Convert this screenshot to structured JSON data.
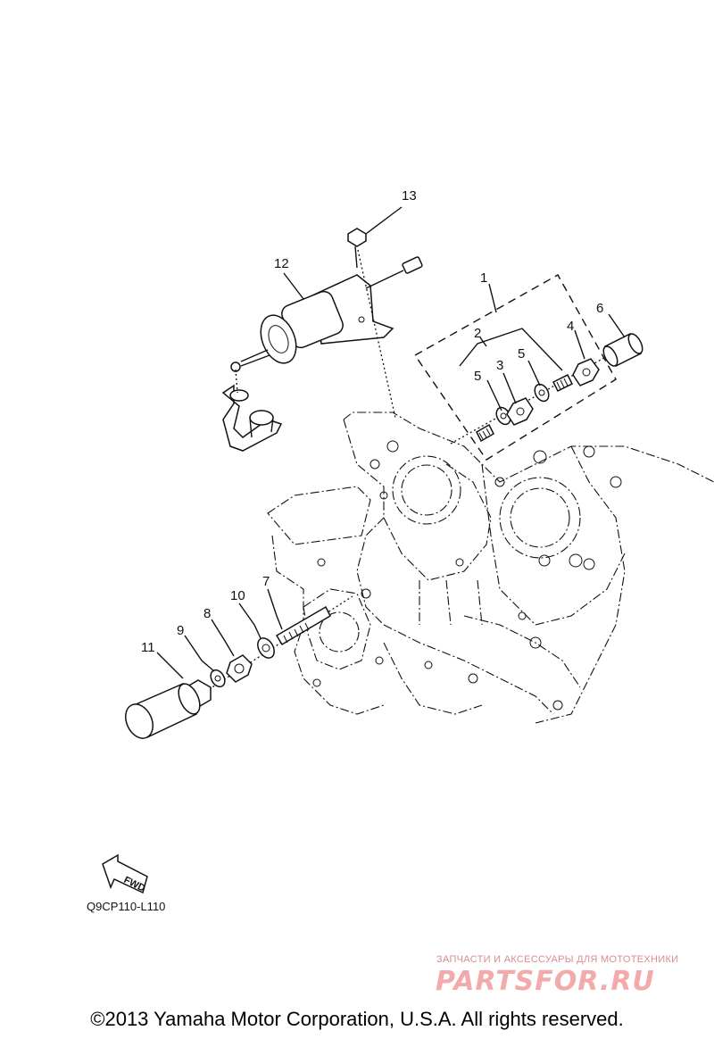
{
  "callouts": [
    {
      "id": "1",
      "text": "1"
    },
    {
      "id": "2",
      "text": "2"
    },
    {
      "id": "3",
      "text": "3"
    },
    {
      "id": "4",
      "text": "4"
    },
    {
      "id": "5a",
      "text": "5"
    },
    {
      "id": "5b",
      "text": "5"
    },
    {
      "id": "6",
      "text": "6"
    },
    {
      "id": "7",
      "text": "7"
    },
    {
      "id": "8",
      "text": "8"
    },
    {
      "id": "9",
      "text": "9"
    },
    {
      "id": "10",
      "text": "10"
    },
    {
      "id": "11",
      "text": "11"
    },
    {
      "id": "12",
      "text": "12"
    },
    {
      "id": "13",
      "text": "13"
    }
  ],
  "fwd_arrow": {
    "label": "FWD"
  },
  "diagram_code": "Q9CP110-L110",
  "watermark": {
    "caption": "ЗАПЧАСТИ И АКСЕССУАРЫ ДЛЯ МОТОТЕХНИКИ",
    "logo": "PARTSFOR.RU"
  },
  "copyright": "©2013 Yamaha Motor Corporation, U.S.A. All rights reserved."
}
